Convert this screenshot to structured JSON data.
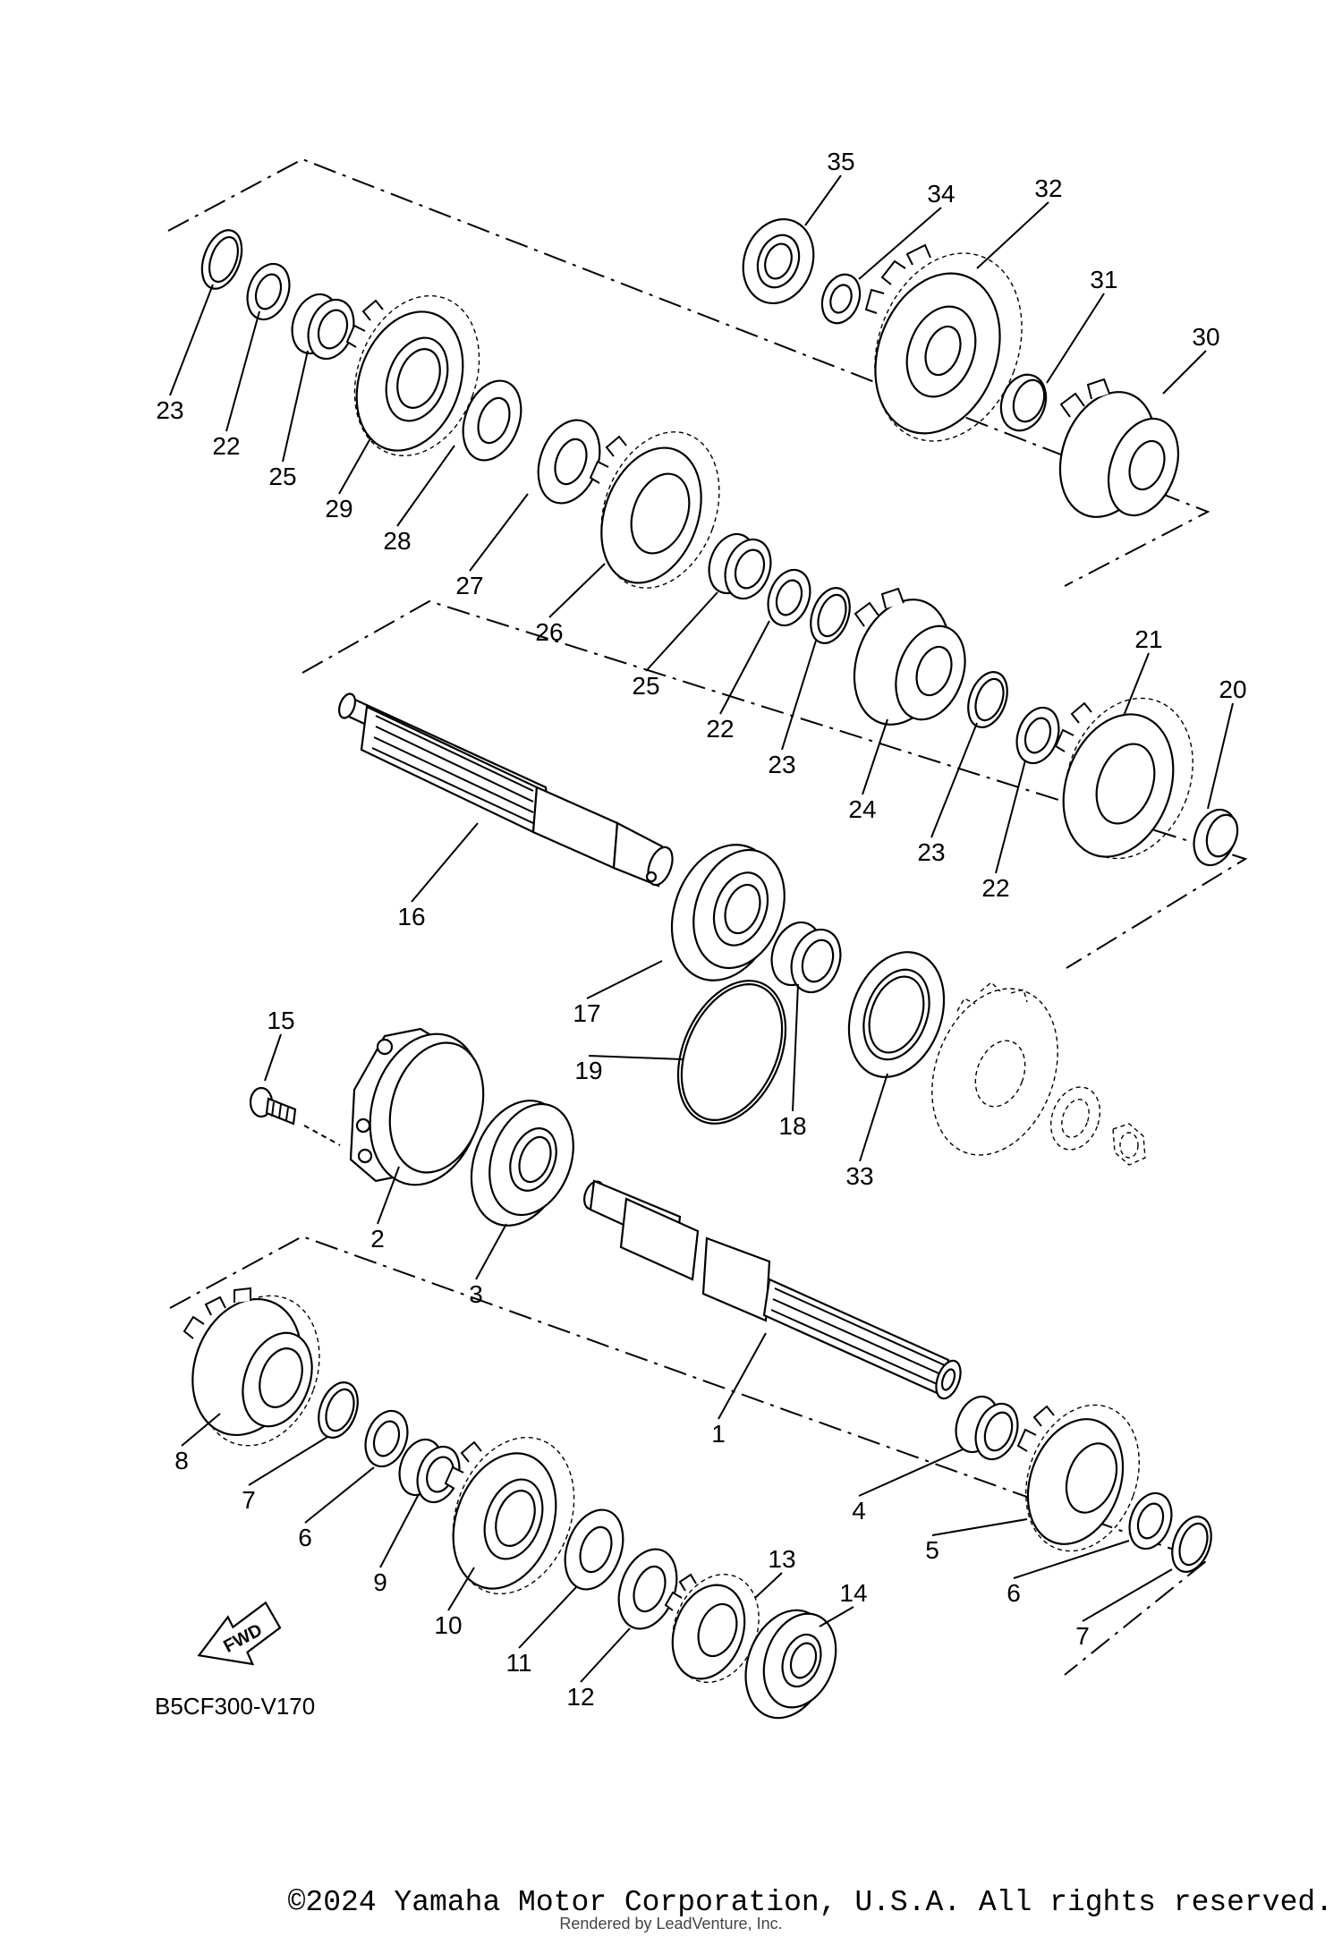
{
  "diagram": {
    "code": "B5CF300-V170",
    "fwd_label": "FWD",
    "callouts": [
      "35",
      "34",
      "32",
      "31",
      "30",
      "23",
      "22",
      "25",
      "29",
      "28",
      "27",
      "26",
      "25",
      "22",
      "23",
      "24",
      "21",
      "20",
      "23",
      "22",
      "16",
      "17",
      "19",
      "18",
      "33",
      "15",
      "2",
      "3",
      "1",
      "8",
      "7",
      "6",
      "9",
      "10",
      "11",
      "12",
      "13",
      "14",
      "4",
      "5",
      "6",
      "7"
    ]
  },
  "footer": {
    "copyright": "©2024 Yamaha Motor Corporation, U.S.A. All rights reserved.",
    "rendered_by": "Rendered by LeadVenture, Inc."
  }
}
